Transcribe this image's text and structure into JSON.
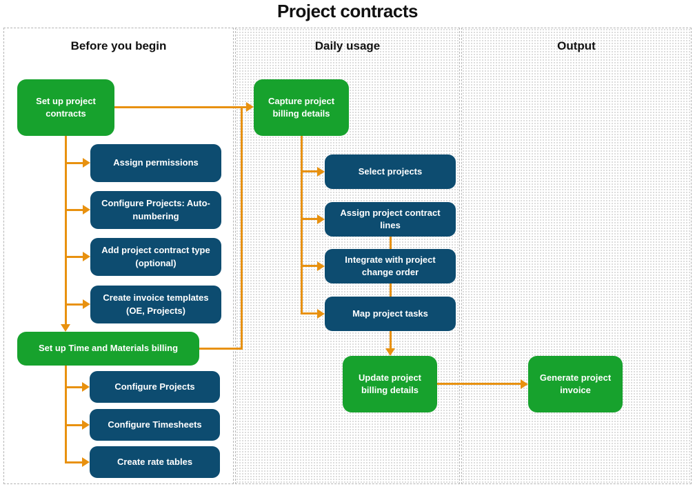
{
  "title": "Project contracts",
  "columns": [
    {
      "label": "Before you begin"
    },
    {
      "label": "Daily usage"
    },
    {
      "label": "Output"
    }
  ],
  "nodes": {
    "setup_contracts": "Set up project contracts",
    "assign_permissions": "Assign permissions",
    "configure_projects_autonumbering": "Configure Projects: Auto-numbering",
    "add_contract_type": "Add project contract type (optional)",
    "create_invoice_templates": "Create invoice templates (OE, Projects)",
    "setup_tm_billing": "Set up Time and Materials billing",
    "configure_projects": "Configure Projects",
    "configure_timesheets": "Configure Timesheets",
    "create_rate_tables": "Create rate tables",
    "capture_billing": "Capture project billing details",
    "select_projects": "Select projects",
    "assign_contract_lines": "Assign project contract lines",
    "integrate_change_order": "Integrate with project change order",
    "map_tasks": "Map project tasks",
    "update_billing": "Update project billing details",
    "generate_invoice": "Generate project invoice"
  },
  "colors": {
    "green": "#17a22d",
    "blue": "#0d4c70",
    "orange": "#e8910f",
    "dot": "#d9d9d9",
    "border": "#b3b3b3",
    "heading": "#111111",
    "node_text": "#ffffff"
  }
}
